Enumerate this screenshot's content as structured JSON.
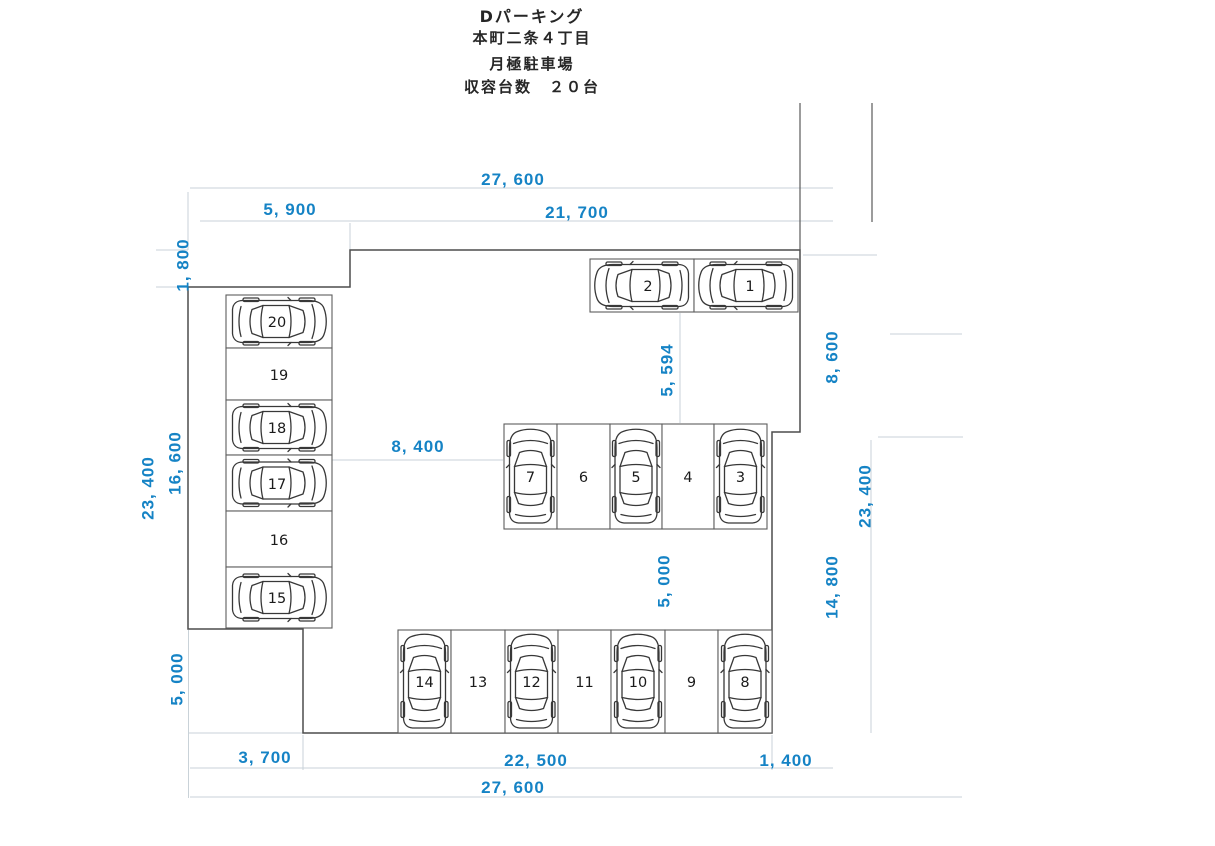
{
  "title": {
    "line1": "Dパーキング",
    "line2": "本町二条４丁目",
    "line3": "月極駐車場",
    "line4": "収容台数　２０台"
  },
  "capacity": "20",
  "colors": {
    "dimension_text": "#1583c5",
    "outline": "#4d4d4d",
    "car_line": "#383838",
    "paper": "#ffffff"
  },
  "dimensions": {
    "top_total": "27, 600",
    "top_left": "5, 900",
    "top_right": "21, 700",
    "left_step": "1, 800",
    "left_main": "16, 600",
    "left_total": "23, 400",
    "left_notch": "5, 000",
    "drive_width": "8, 400",
    "gap_upper": "5, 594",
    "gap_lower": "5, 000",
    "right_upper": "8, 600",
    "right_total": "23, 400",
    "right_lower": "14, 800",
    "bottom_left": "3, 700",
    "bottom_main": "22, 500",
    "bottom_right": "1, 400",
    "bottom_total": "27, 600"
  },
  "spaces": [
    {
      "number": "1",
      "occupied": true
    },
    {
      "number": "2",
      "occupied": true
    },
    {
      "number": "3",
      "occupied": true
    },
    {
      "number": "4",
      "occupied": false
    },
    {
      "number": "5",
      "occupied": true
    },
    {
      "number": "6",
      "occupied": false
    },
    {
      "number": "7",
      "occupied": true
    },
    {
      "number": "8",
      "occupied": true
    },
    {
      "number": "9",
      "occupied": false
    },
    {
      "number": "10",
      "occupied": true
    },
    {
      "number": "11",
      "occupied": false
    },
    {
      "number": "12",
      "occupied": true
    },
    {
      "number": "13",
      "occupied": false
    },
    {
      "number": "14",
      "occupied": true
    },
    {
      "number": "15",
      "occupied": true
    },
    {
      "number": "16",
      "occupied": false
    },
    {
      "number": "17",
      "occupied": true
    },
    {
      "number": "18",
      "occupied": true
    },
    {
      "number": "19",
      "occupied": false
    },
    {
      "number": "20",
      "occupied": true
    }
  ]
}
